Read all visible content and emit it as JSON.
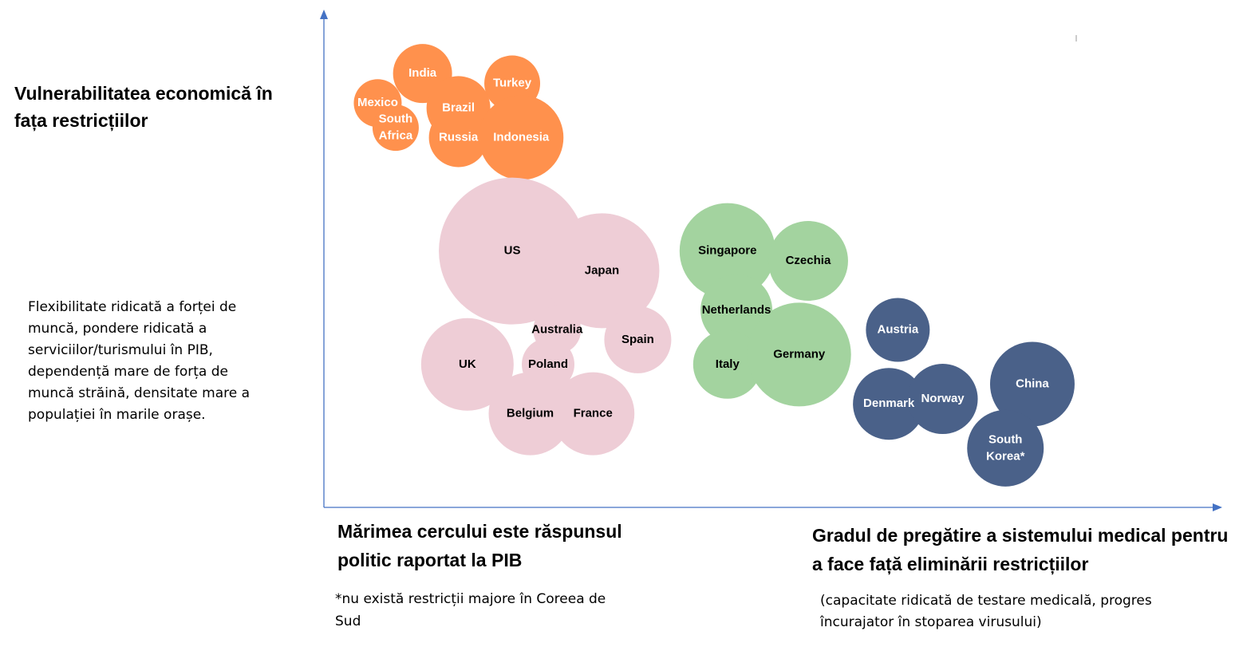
{
  "chart_data": {
    "type": "bubble",
    "ylabel": "Vulnerabilitatea economică în fața restricțiilor",
    "ylabel_description": "Flexibilitate ridicată a forței de muncă, pondere ridicată a serviciilor/turismului în PIB, dependență mare de forța de muncă străină, densitate mare a populației în marile orașe.",
    "xlabel": "Gradul de pregătire a sistemului medical pentru a face față eliminării restricțiilor",
    "xlabel_description": "(capacitate ridicată de testare medicală, progres încurajator în stoparea virusului)",
    "size_note": "Mărimea cercului este răspunsul politic raportat la PIB",
    "footnote": "*nu există restricții majore în Coreea de Sud",
    "xlim": [
      0,
      100
    ],
    "ylim": [
      0,
      100
    ],
    "grid": false,
    "clusters": [
      {
        "color": "#FF914D",
        "label_color": "#ffffff",
        "points": [
          {
            "label": "India",
            "x": 11,
            "y": 88,
            "size": 37
          },
          {
            "label": "Turkey",
            "x": 21,
            "y": 86,
            "size": 35
          },
          {
            "label": "Mexico",
            "x": 6,
            "y": 82,
            "size": 30
          },
          {
            "label": "Brazil",
            "x": 15,
            "y": 81,
            "size": 40
          },
          {
            "label": "South Africa",
            "x": 8,
            "y": 77,
            "size": 29
          },
          {
            "label": "Russia",
            "x": 15,
            "y": 75,
            "size": 37
          },
          {
            "label": "Indonesia",
            "x": 22,
            "y": 75,
            "size": 53
          }
        ]
      },
      {
        "color": "#EECDD6",
        "label_color": "#000000",
        "points": [
          {
            "label": "US",
            "x": 21,
            "y": 52,
            "size": 92
          },
          {
            "label": "Japan",
            "x": 31,
            "y": 48,
            "size": 72
          },
          {
            "label": "Australia",
            "x": 26,
            "y": 36,
            "size": 30
          },
          {
            "label": "Spain",
            "x": 35,
            "y": 34,
            "size": 42
          },
          {
            "label": "UK",
            "x": 16,
            "y": 29,
            "size": 58
          },
          {
            "label": "Poland",
            "x": 25,
            "y": 29,
            "size": 33
          },
          {
            "label": "Belgium",
            "x": 23,
            "y": 19,
            "size": 52
          },
          {
            "label": "France",
            "x": 30,
            "y": 19,
            "size": 52
          }
        ]
      },
      {
        "color": "#A3D39F",
        "label_color": "#000000",
        "points": [
          {
            "label": "Singapore",
            "x": 45,
            "y": 52,
            "size": 60
          },
          {
            "label": "Czechia",
            "x": 54,
            "y": 50,
            "size": 50
          },
          {
            "label": "Netherlands",
            "x": 46,
            "y": 40,
            "size": 45
          },
          {
            "label": "Italy",
            "x": 45,
            "y": 29,
            "size": 43
          },
          {
            "label": "Germany",
            "x": 53,
            "y": 31,
            "size": 65
          }
        ]
      },
      {
        "color": "#4A6189",
        "label_color": "#ffffff",
        "points": [
          {
            "label": "Austria",
            "x": 64,
            "y": 36,
            "size": 40
          },
          {
            "label": "Denmark",
            "x": 63,
            "y": 21,
            "size": 45
          },
          {
            "label": "Norway",
            "x": 69,
            "y": 22,
            "size": 44
          },
          {
            "label": "China",
            "x": 79,
            "y": 25,
            "size": 53
          },
          {
            "label": "South Korea*",
            "x": 76,
            "y": 12,
            "size": 48
          }
        ]
      }
    ]
  }
}
